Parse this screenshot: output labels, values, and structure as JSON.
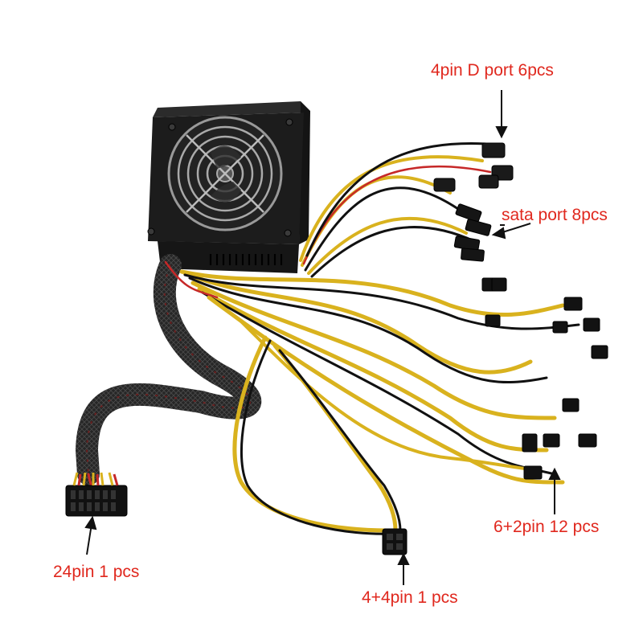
{
  "labels": {
    "molex": "4pin D port 6pcs",
    "sata": "sata port 8pcs",
    "pcie": "6+2pin 12 pcs",
    "atx24": "24pin 1 pcs",
    "eps": "4+4pin 1 pcs"
  },
  "colors": {
    "label": "#e0281e",
    "background": "#ffffff",
    "psu_body": "#1c1c1c",
    "cable_yellow": "#d9b21e",
    "cable_black": "#111111",
    "sleeve": "#2a2a2a",
    "wire_red": "#c62828"
  }
}
